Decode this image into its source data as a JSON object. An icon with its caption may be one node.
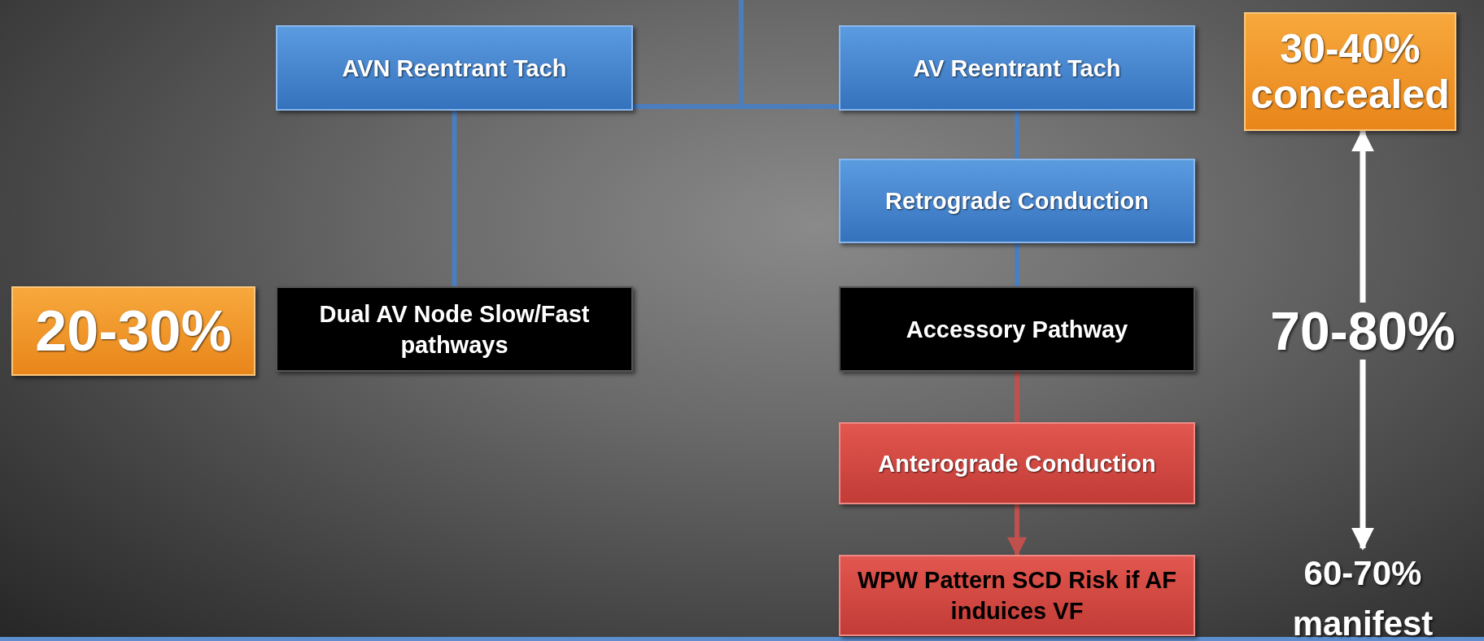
{
  "diagram": {
    "nodes": [
      {
        "text": [
          "AVN Reentrant Tach"
        ]
      },
      {
        "text": [
          "AV Reentrant Tach"
        ]
      },
      {
        "text": [
          "30-40% concealed"
        ]
      },
      {
        "text": [
          "Retrograde Conduction"
        ]
      },
      {
        "text": [
          "20-30%"
        ]
      },
      {
        "text": [
          "Dual AV Node Slow/Fast pathways"
        ]
      },
      {
        "text": [
          "Accessory Pathway"
        ]
      },
      {
        "text": [
          "70-80%"
        ]
      },
      {
        "text": [
          "Anterograde Conduction"
        ]
      },
      {
        "text": [
          "WPW Pattern SCD Risk if AF induices VF"
        ]
      },
      {
        "text": [
          "60-70% manifest"
        ]
      }
    ],
    "edges": [
      {
        "from": null,
        "to": 0,
        "arrow": "none"
      },
      {
        "from": null,
        "to": 1,
        "arrow": "none"
      },
      {
        "from": 0,
        "to": 5,
        "arrow": "none"
      },
      {
        "from": 1,
        "to": 3,
        "arrow": "none"
      },
      {
        "from": 3,
        "to": 6,
        "arrow": "none"
      },
      {
        "from": 6,
        "to": 8,
        "arrow": "none",
        "color": "#c0504d"
      },
      {
        "from": 8,
        "to": 9,
        "arrow": "to",
        "color": "#c0504d"
      },
      {
        "from": 7,
        "to": 2,
        "arrow": "to",
        "color": "#ffffff"
      },
      {
        "from": 7,
        "to": 10,
        "arrow": "to",
        "color": "#ffffff"
      }
    ]
  }
}
